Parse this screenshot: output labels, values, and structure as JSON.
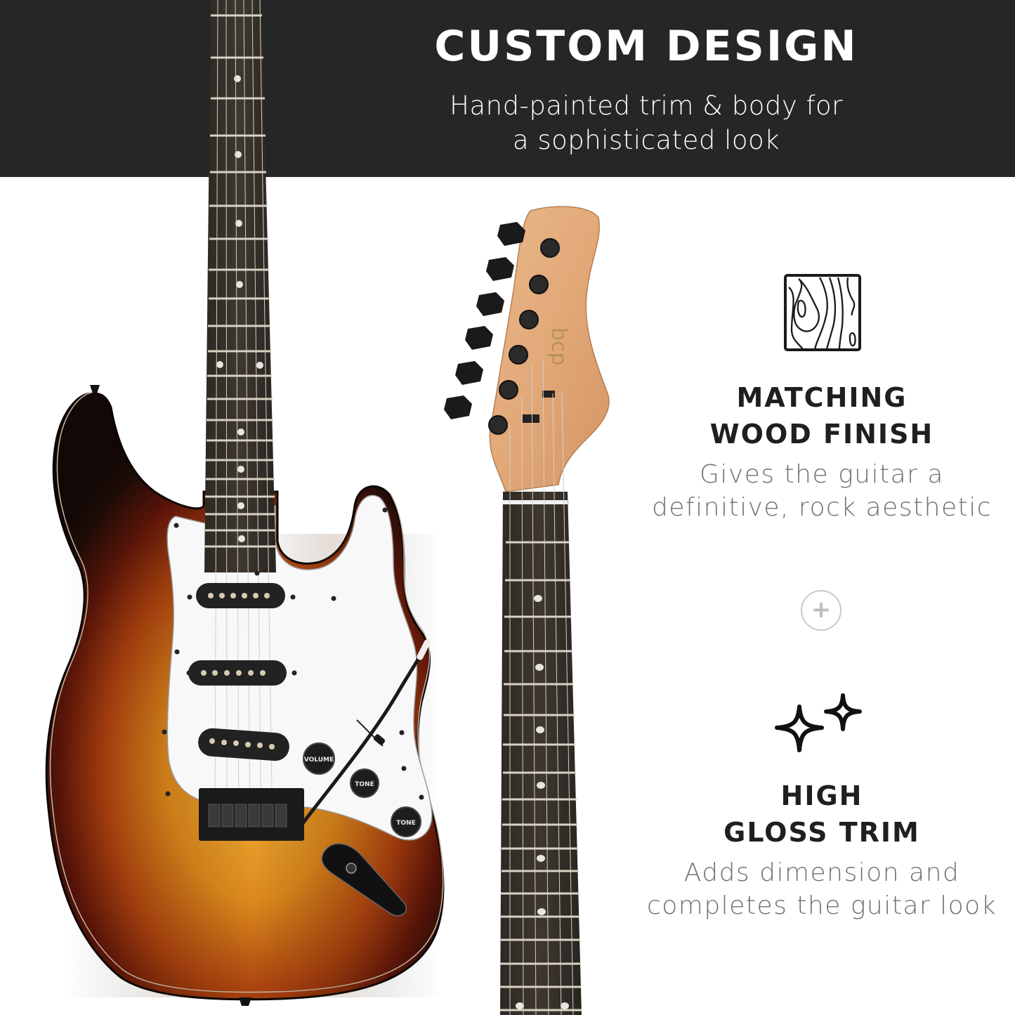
{
  "header": {
    "title": "CUSTOM DESIGN",
    "subtitle_line1": "Hand-painted trim & body for",
    "subtitle_line2": "a sophisticated look",
    "background": "#262626"
  },
  "features": [
    {
      "icon": "wood-grain-icon",
      "title_line1": "MATCHING",
      "title_line2": "WOOD FINISH",
      "desc_line1": "Gives the guitar a",
      "desc_line2": "definitive, rock aesthetic"
    },
    {
      "icon": "sparkles-icon",
      "title_line1": "HIGH",
      "title_line2": "GLOSS TRIM",
      "desc_line1": "Adds dimension and",
      "desc_line2": "completes the guitar look"
    }
  ],
  "separator": {
    "icon": "plus-circle-icon",
    "symbol": "+"
  },
  "guitar": {
    "headstock_logo": "bcp",
    "knobs": [
      "VOLUME",
      "TONE",
      "TONE"
    ],
    "finish_colors": {
      "dark": "#1a0d08",
      "red": "#8a1f0a",
      "amber": "#d98a1a",
      "yellow": "#f0b030"
    }
  }
}
